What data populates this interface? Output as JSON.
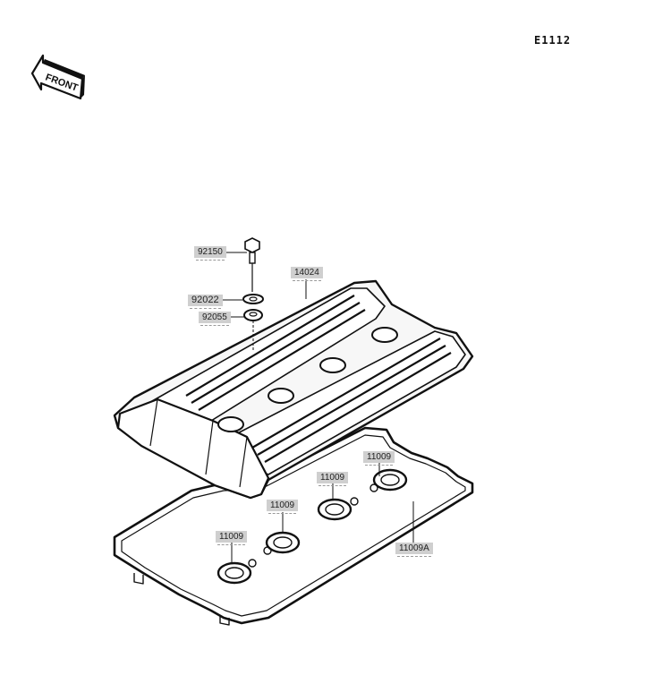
{
  "diagram": {
    "code": "E1112",
    "front_indicator": "FRONT",
    "parts": {
      "bolt": "92150",
      "washer": "92022",
      "grommet": "92055",
      "cover": "14024",
      "plug_gasket_1": "11009",
      "plug_gasket_2": "11009",
      "plug_gasket_3": "11009",
      "plug_gasket_4": "11009",
      "cover_gasket": "11009A"
    }
  }
}
